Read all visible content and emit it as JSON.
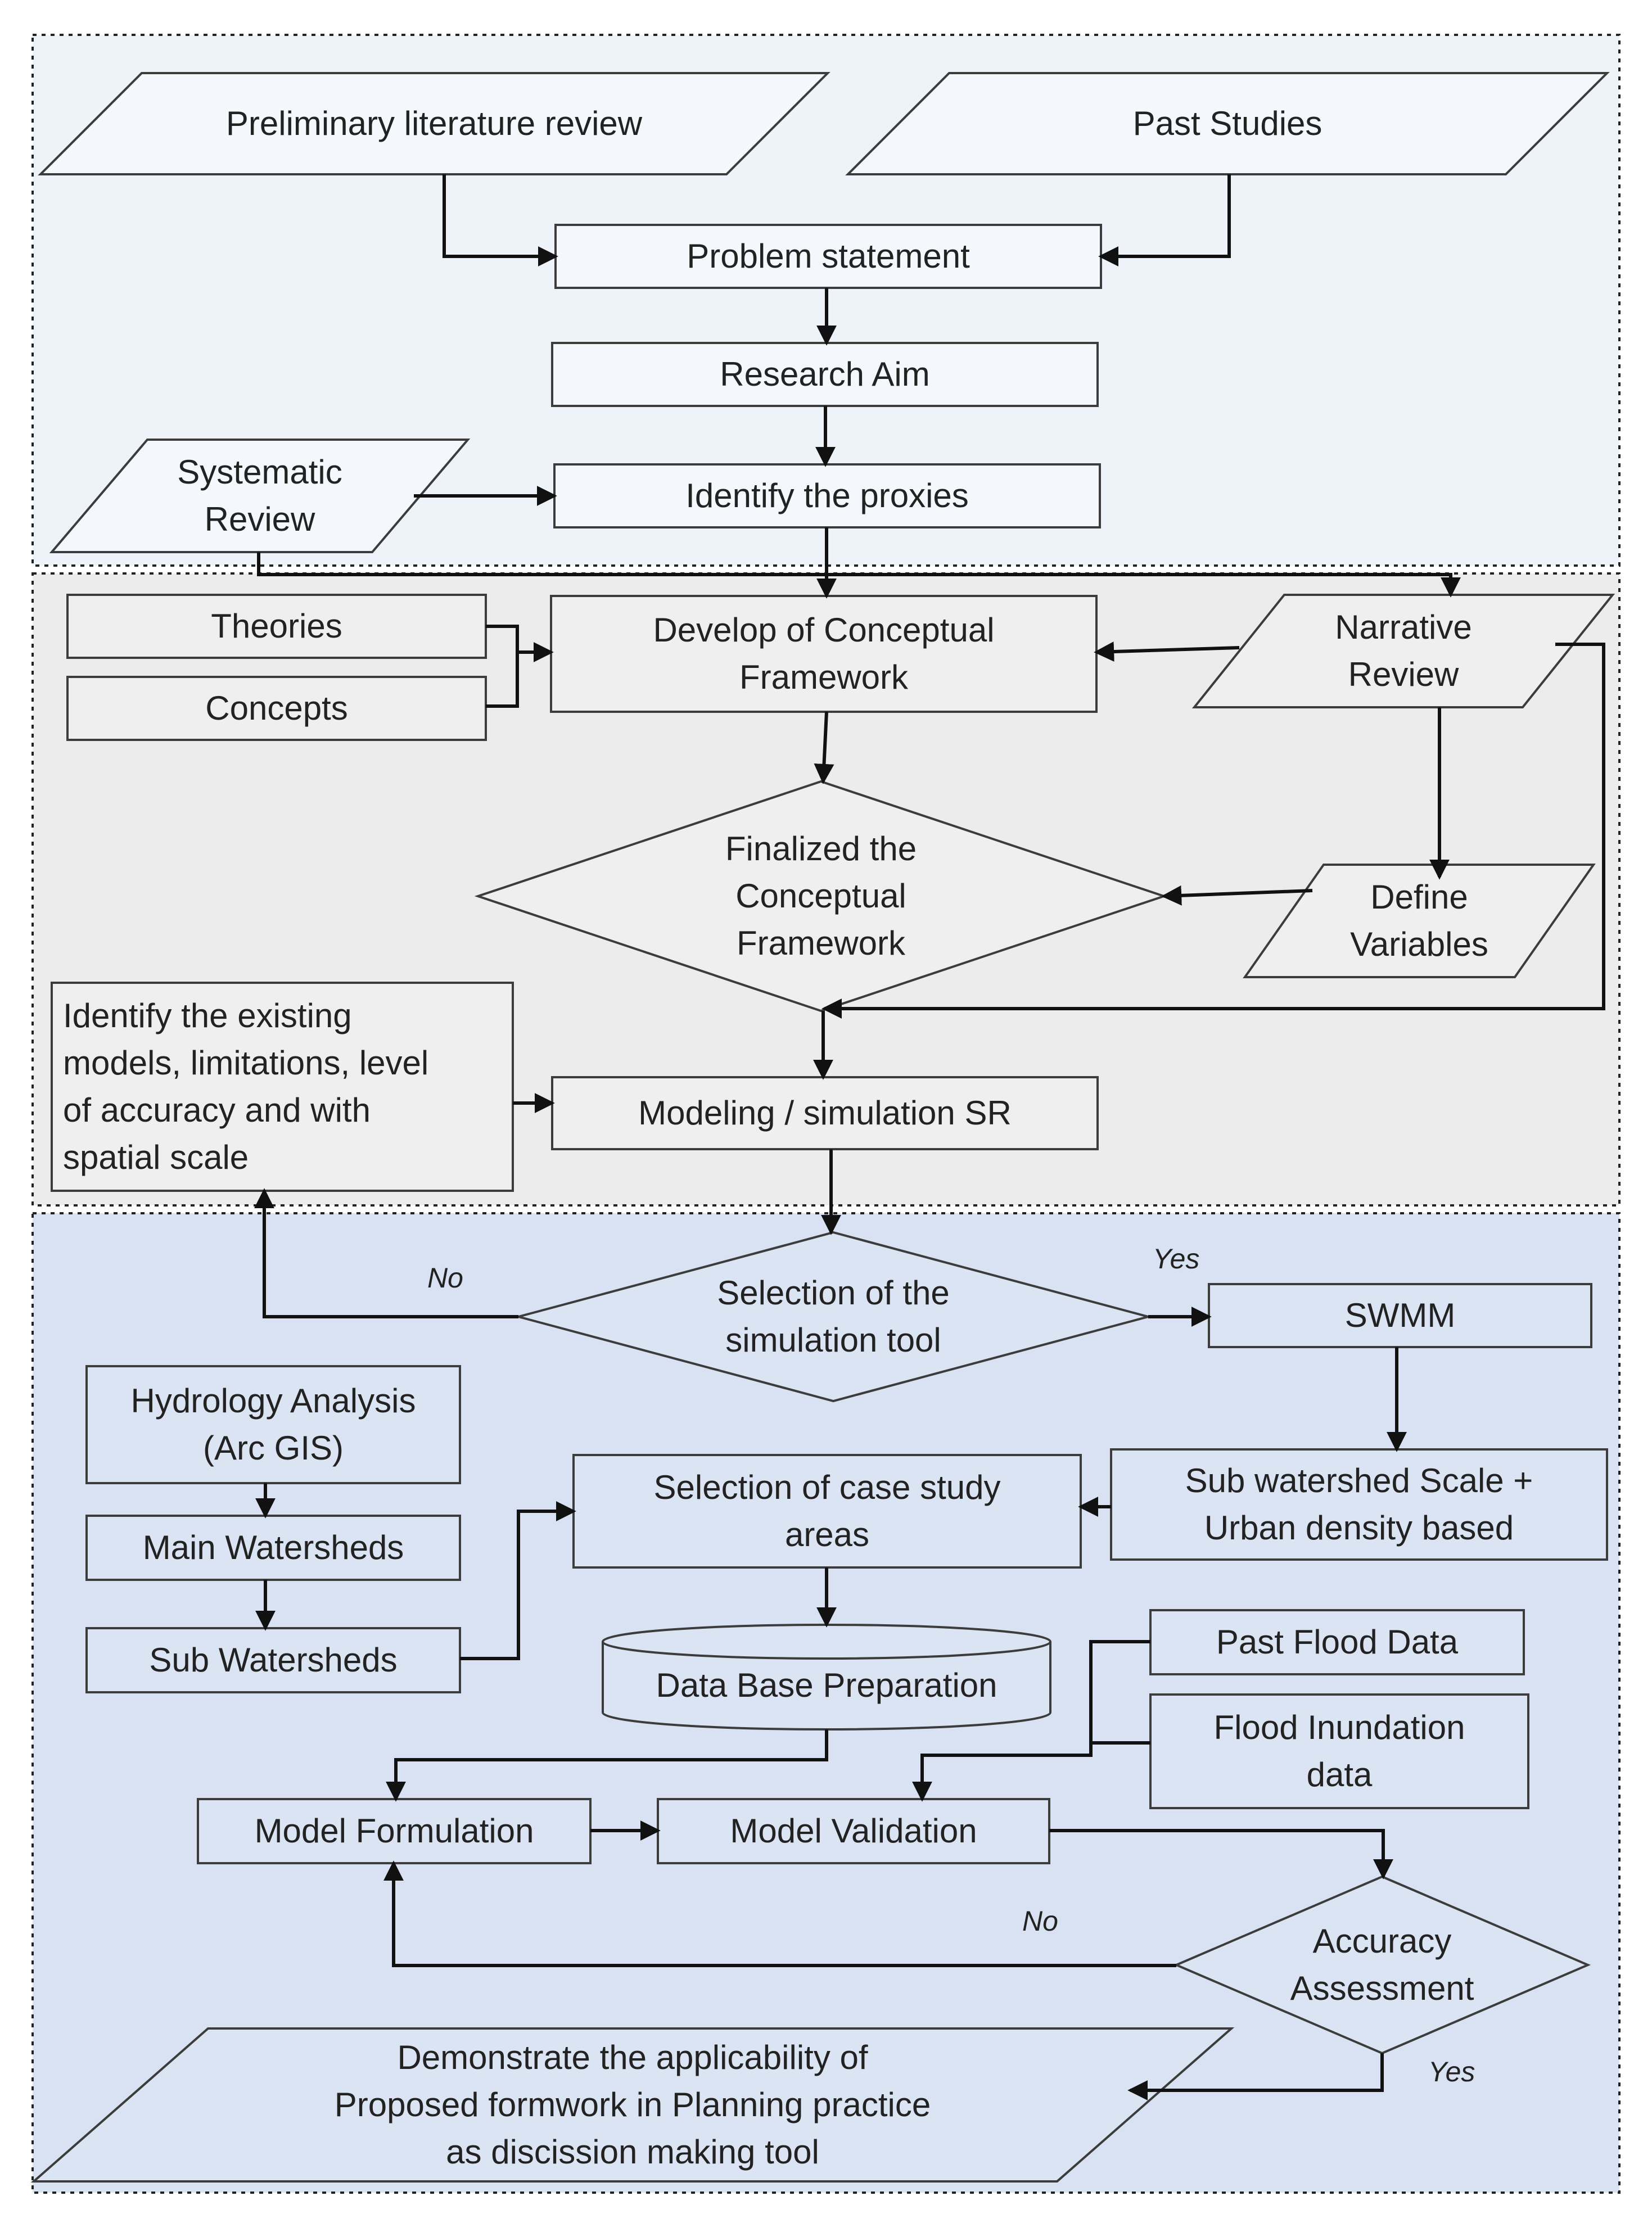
{
  "colors": {
    "panel_top": "#eef2f9",
    "panel_middle": "#ececec",
    "panel_bottom": "#d8e2f2",
    "node_fill_top": "#f4f7fc",
    "node_fill_middle": "#efefef",
    "node_fill_bottom": "#dbe4f3",
    "stroke": "#3c3c3c",
    "arrow": "#111111"
  },
  "nodes": {
    "preliminary_literature_review": {
      "lines": [
        "Preliminary literature review"
      ],
      "shape": "parallelogram"
    },
    "past_studies": {
      "lines": [
        "Past Studies"
      ],
      "shape": "parallelogram"
    },
    "problem_statement": {
      "lines": [
        "Problem statement"
      ],
      "shape": "rectangle"
    },
    "research_aim": {
      "lines": [
        "Research Aim"
      ],
      "shape": "rectangle"
    },
    "systematic_review": {
      "lines": [
        "Systematic",
        "Review"
      ],
      "shape": "parallelogram"
    },
    "identify_proxies": {
      "lines": [
        "Identify the proxies"
      ],
      "shape": "rectangle"
    },
    "theories": {
      "lines": [
        "Theories"
      ],
      "shape": "rectangle"
    },
    "concepts": {
      "lines": [
        "Concepts"
      ],
      "shape": "rectangle"
    },
    "develop_conceptual_framework": {
      "lines": [
        "Develop of Conceptual",
        "Framework"
      ],
      "shape": "rectangle"
    },
    "narrative_review": {
      "lines": [
        "Narrative",
        "Review"
      ],
      "shape": "parallelogram"
    },
    "finalized_conceptual_framework": {
      "lines": [
        "Finalized the",
        "Conceptual",
        "Framework"
      ],
      "shape": "diamond"
    },
    "define_variables": {
      "lines": [
        "Define",
        "Variables"
      ],
      "shape": "parallelogram"
    },
    "identify_existing_models": {
      "lines": [
        "Identify the existing",
        "models, limitations, level",
        "of accuracy and with",
        "spatial scale"
      ],
      "shape": "rectangle"
    },
    "modeling_simulation_sr": {
      "lines": [
        "Modeling / simulation SR"
      ],
      "shape": "rectangle"
    },
    "selection_simulation_tool": {
      "lines": [
        "Selection of the",
        "simulation tool"
      ],
      "shape": "diamond"
    },
    "swmm": {
      "lines": [
        "SWMM"
      ],
      "shape": "rectangle"
    },
    "hydrology_analysis": {
      "lines": [
        "Hydrology Analysis",
        "(Arc GIS)"
      ],
      "shape": "rectangle"
    },
    "main_watersheds": {
      "lines": [
        "Main Watersheds"
      ],
      "shape": "rectangle"
    },
    "sub_watersheds": {
      "lines": [
        "Sub Watersheds"
      ],
      "shape": "rectangle"
    },
    "selection_case_study": {
      "lines": [
        "Selection of case study",
        "areas"
      ],
      "shape": "rectangle"
    },
    "sub_watershed_scale": {
      "lines": [
        "Sub watershed Scale +",
        "Urban density based"
      ],
      "shape": "rectangle"
    },
    "past_flood_data": {
      "lines": [
        "Past Flood Data"
      ],
      "shape": "rectangle"
    },
    "data_base_preparation": {
      "lines": [
        "Data Base Preparation"
      ],
      "shape": "cylinder"
    },
    "flood_inundation_data": {
      "lines": [
        "Flood Inundation",
        "data"
      ],
      "shape": "rectangle"
    },
    "model_formulation": {
      "lines": [
        "Model Formulation"
      ],
      "shape": "rectangle"
    },
    "model_validation": {
      "lines": [
        "Model Validation"
      ],
      "shape": "rectangle"
    },
    "accuracy_assessment": {
      "lines": [
        "Accuracy",
        "Assessment"
      ],
      "shape": "diamond"
    },
    "demonstrate_applicability": {
      "lines": [
        "Demonstrate the applicability of",
        "Proposed formwork in Planning practice",
        "as discission making tool"
      ],
      "shape": "parallelogram"
    }
  },
  "edges": [
    {
      "from": "preliminary_literature_review",
      "to": "problem_statement",
      "label": ""
    },
    {
      "from": "past_studies",
      "to": "problem_statement",
      "label": ""
    },
    {
      "from": "problem_statement",
      "to": "research_aim",
      "label": ""
    },
    {
      "from": "research_aim",
      "to": "identify_proxies",
      "label": ""
    },
    {
      "from": "systematic_review",
      "to": "identify_proxies",
      "label": ""
    },
    {
      "from": "identify_proxies",
      "to": "develop_conceptual_framework",
      "label": ""
    },
    {
      "from": "systematic_review",
      "to": "narrative_review",
      "label": ""
    },
    {
      "from": "theories",
      "to": "develop_conceptual_framework",
      "label": ""
    },
    {
      "from": "concepts",
      "to": "develop_conceptual_framework",
      "label": ""
    },
    {
      "from": "narrative_review",
      "to": "develop_conceptual_framework",
      "label": ""
    },
    {
      "from": "develop_conceptual_framework",
      "to": "finalized_conceptual_framework",
      "label": ""
    },
    {
      "from": "narrative_review",
      "to": "define_variables",
      "label": ""
    },
    {
      "from": "define_variables",
      "to": "finalized_conceptual_framework",
      "label": ""
    },
    {
      "from": "narrative_review",
      "to": "modeling_simulation_sr",
      "label": ""
    },
    {
      "from": "finalized_conceptual_framework",
      "to": "modeling_simulation_sr",
      "label": ""
    },
    {
      "from": "identify_existing_models",
      "to": "modeling_simulation_sr",
      "label": ""
    },
    {
      "from": "modeling_simulation_sr",
      "to": "selection_simulation_tool",
      "label": ""
    },
    {
      "from": "selection_simulation_tool",
      "to": "identify_existing_models",
      "label": "No"
    },
    {
      "from": "selection_simulation_tool",
      "to": "swmm",
      "label": "Yes"
    },
    {
      "from": "swmm",
      "to": "sub_watershed_scale",
      "label": ""
    },
    {
      "from": "sub_watershed_scale",
      "to": "selection_case_study",
      "label": ""
    },
    {
      "from": "hydrology_analysis",
      "to": "main_watersheds",
      "label": ""
    },
    {
      "from": "main_watersheds",
      "to": "sub_watersheds",
      "label": ""
    },
    {
      "from": "sub_watersheds",
      "to": "selection_case_study",
      "label": ""
    },
    {
      "from": "selection_case_study",
      "to": "data_base_preparation",
      "label": ""
    },
    {
      "from": "data_base_preparation",
      "to": "model_formulation",
      "label": ""
    },
    {
      "from": "past_flood_data",
      "to": "model_validation",
      "label": ""
    },
    {
      "from": "flood_inundation_data",
      "to": "model_validation",
      "label": ""
    },
    {
      "from": "model_formulation",
      "to": "model_validation",
      "label": ""
    },
    {
      "from": "model_validation",
      "to": "accuracy_assessment",
      "label": ""
    },
    {
      "from": "accuracy_assessment",
      "to": "model_formulation",
      "label": "No"
    },
    {
      "from": "accuracy_assessment",
      "to": "demonstrate_applicability",
      "label": "Yes"
    }
  ]
}
